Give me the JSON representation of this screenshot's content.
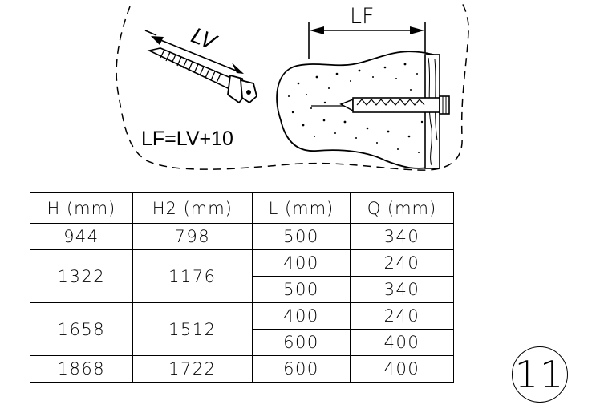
{
  "diagram": {
    "label_lf": "LF",
    "label_lv": "LV",
    "formula": "LF=LV+10"
  },
  "table": {
    "headers": [
      "H (mm)",
      "H2 (mm)",
      "L (mm)",
      "Q (mm)"
    ],
    "groups": [
      {
        "H": "944",
        "H2": "798",
        "rows": [
          {
            "L": "500",
            "Q": "340"
          }
        ]
      },
      {
        "H": "1322",
        "H2": "1176",
        "rows": [
          {
            "L": "400",
            "Q": "240"
          },
          {
            "L": "500",
            "Q": "340"
          }
        ]
      },
      {
        "H": "1658",
        "H2": "1512",
        "rows": [
          {
            "L": "400",
            "Q": "240"
          },
          {
            "L": "600",
            "Q": "400"
          }
        ]
      },
      {
        "H": "1868",
        "H2": "1722",
        "rows": [
          {
            "L": "600",
            "Q": "400"
          }
        ]
      }
    ]
  },
  "page_number": "11"
}
